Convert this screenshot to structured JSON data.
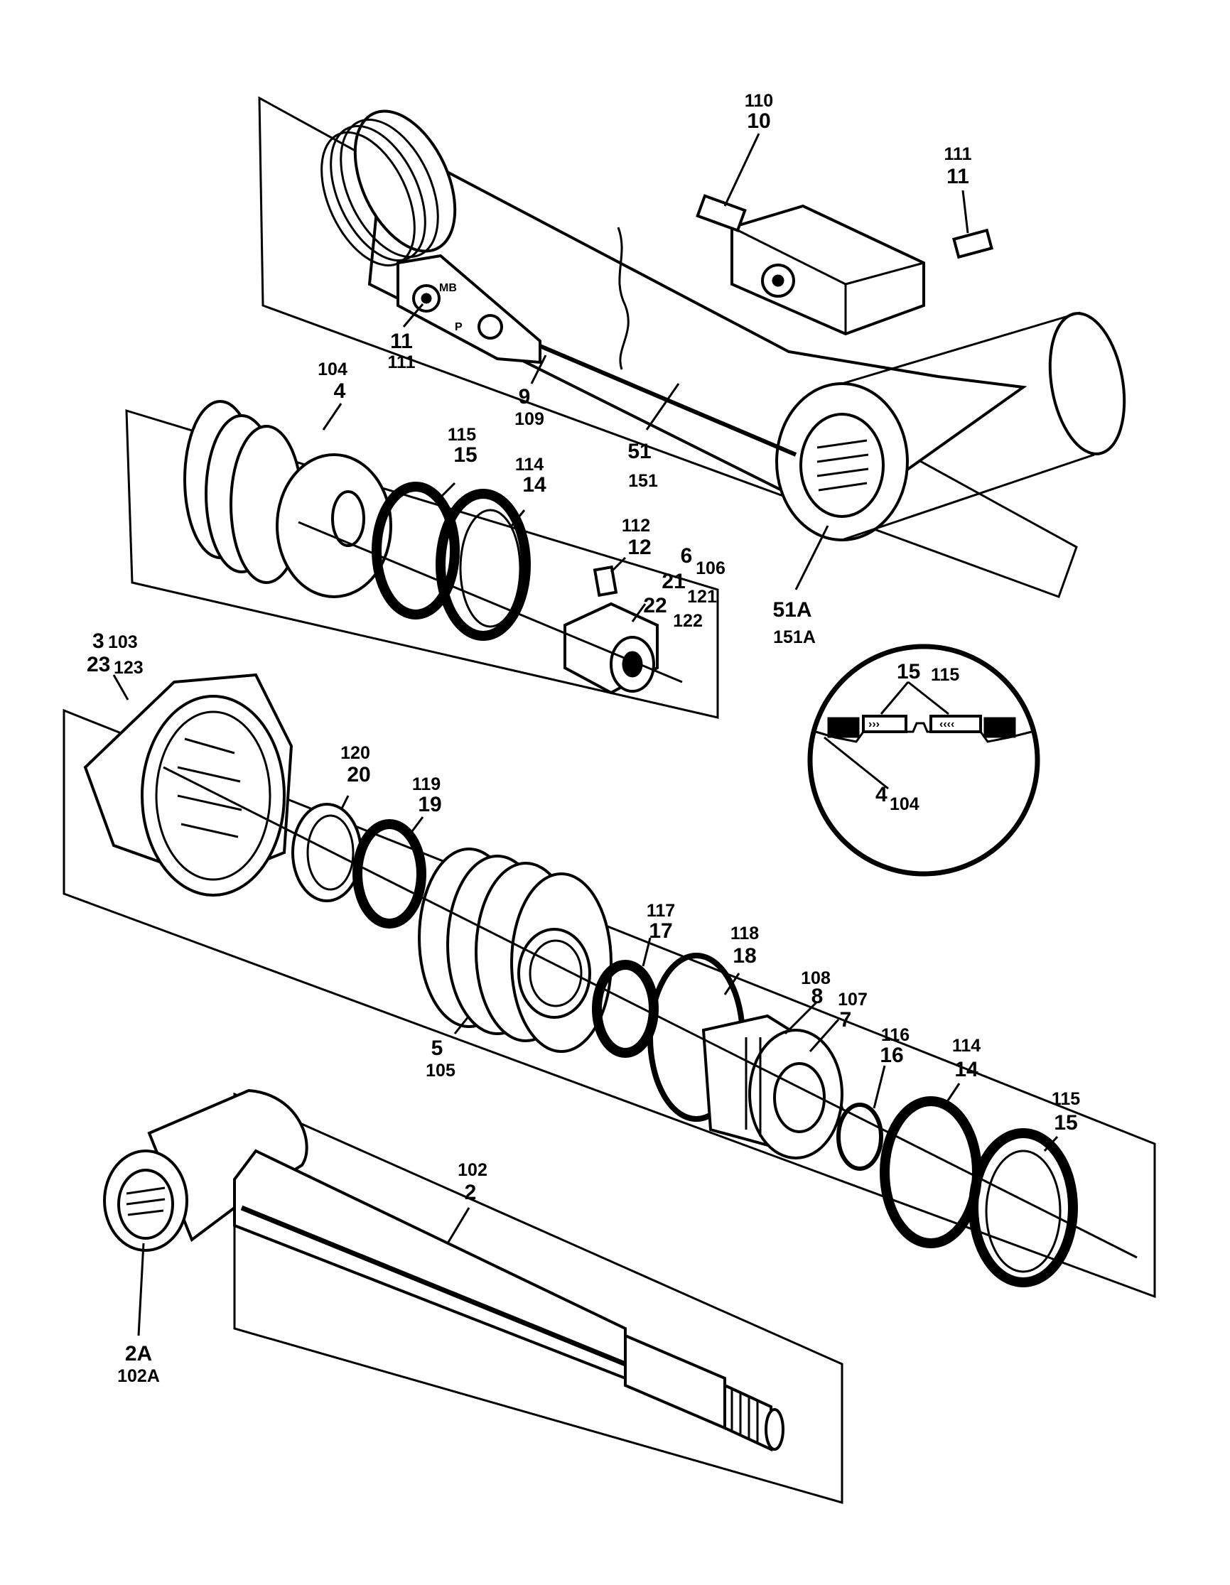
{
  "callouts": [
    {
      "id": "c1",
      "lines": [
        "110",
        "10"
      ]
    },
    {
      "id": "c2",
      "lines": [
        "111",
        "11"
      ]
    },
    {
      "id": "c3",
      "lines": [
        "11",
        "111"
      ]
    },
    {
      "id": "c4",
      "lines": [
        "9",
        "109"
      ]
    },
    {
      "id": "c5",
      "lines": [
        "51",
        "151"
      ]
    },
    {
      "id": "c6",
      "lines": [
        "104",
        "4"
      ]
    },
    {
      "id": "c7",
      "lines": [
        "115",
        "15"
      ]
    },
    {
      "id": "c8",
      "lines": [
        "114",
        "14"
      ]
    },
    {
      "id": "c9",
      "lines": [
        "112",
        "12"
      ]
    },
    {
      "id": "c10",
      "lines": [
        "6",
        "106"
      ]
    },
    {
      "id": "c11",
      "lines": [
        "21",
        "121"
      ]
    },
    {
      "id": "c12",
      "lines": [
        "22",
        "122"
      ]
    },
    {
      "id": "c13",
      "lines": [
        "51A",
        "151A"
      ]
    },
    {
      "id": "c14",
      "lines": [
        "3",
        "103"
      ]
    },
    {
      "id": "c15",
      "lines": [
        "23",
        "123"
      ]
    },
    {
      "id": "c16",
      "lines": [
        "15",
        "115"
      ]
    },
    {
      "id": "c17",
      "lines": [
        "4",
        "104"
      ]
    },
    {
      "id": "c18",
      "lines": [
        "120",
        "20"
      ]
    },
    {
      "id": "c19",
      "lines": [
        "119",
        "19"
      ]
    },
    {
      "id": "c20",
      "lines": [
        "117",
        "17"
      ]
    },
    {
      "id": "c21",
      "lines": [
        "118",
        "18"
      ]
    },
    {
      "id": "c22",
      "lines": [
        "108",
        "8"
      ]
    },
    {
      "id": "c23",
      "lines": [
        "107",
        "7"
      ]
    },
    {
      "id": "c24",
      "lines": [
        "5",
        "105"
      ]
    },
    {
      "id": "c25",
      "lines": [
        "116",
        "16"
      ]
    },
    {
      "id": "c26",
      "lines": [
        "114",
        "14"
      ]
    },
    {
      "id": "c27",
      "lines": [
        "115",
        "15"
      ]
    },
    {
      "id": "c28",
      "lines": [
        "102",
        "2"
      ]
    },
    {
      "id": "c29",
      "lines": [
        "2A",
        "102A"
      ]
    }
  ],
  "port_marks": {
    "mb": "MB",
    "p": "P"
  }
}
